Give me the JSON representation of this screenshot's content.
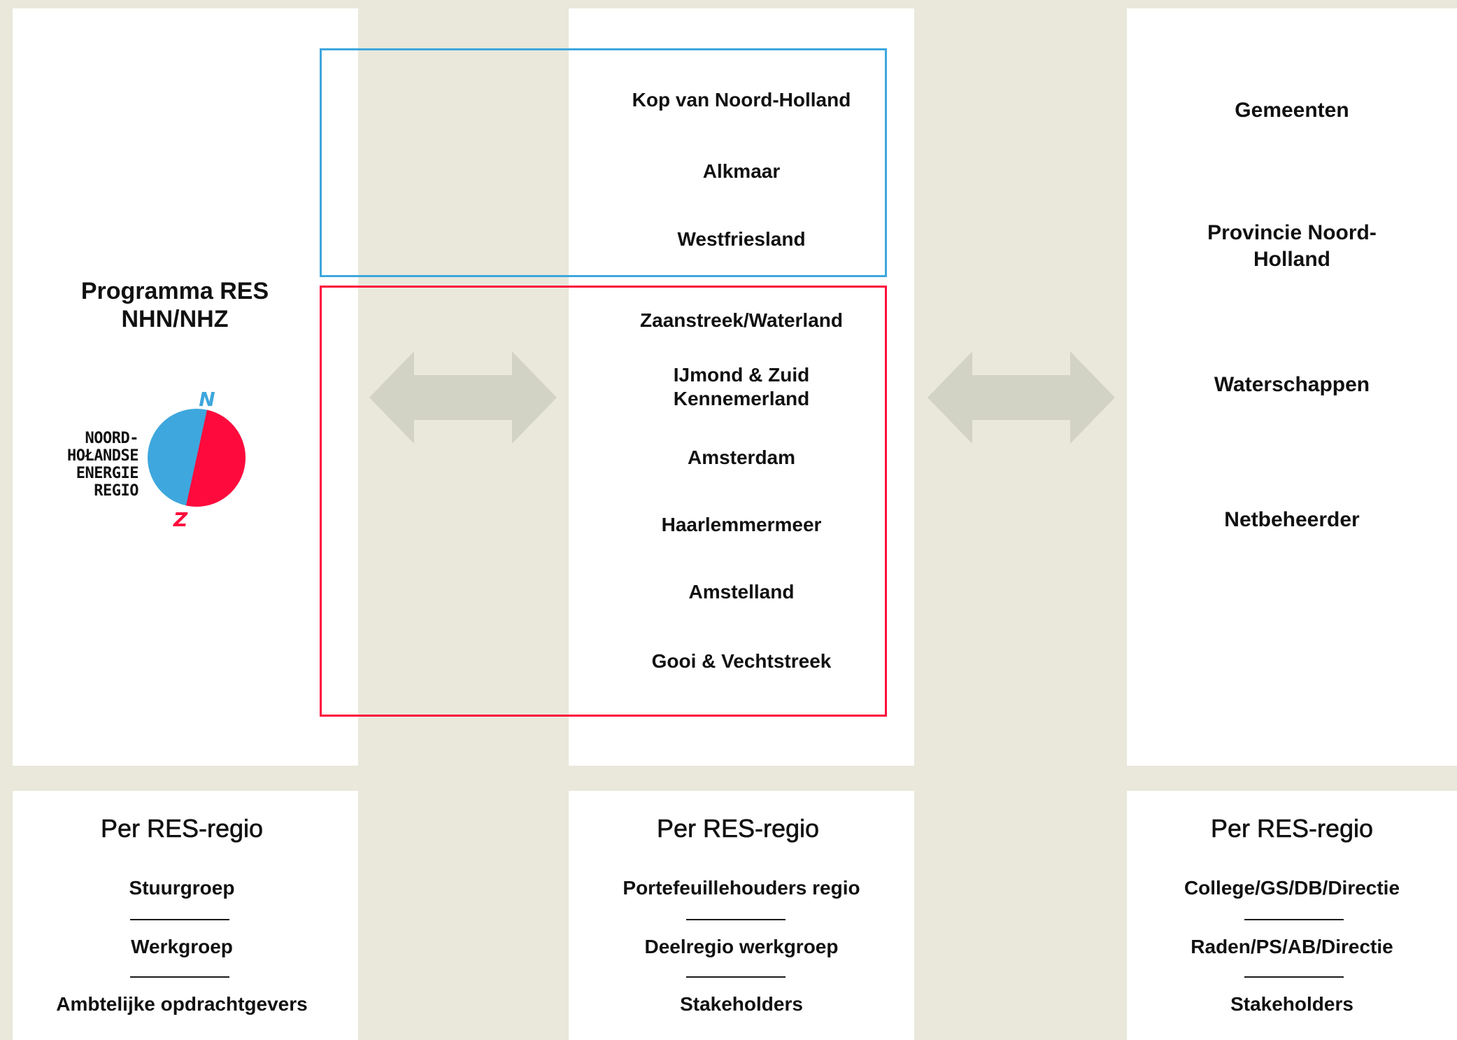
{
  "colors": {
    "background": "#e9e8db",
    "panel": "#ffffff",
    "north_group_border": "#3ea7dd",
    "south_group_border": "#ff0a3c",
    "arrow": "#d3d3c5",
    "logo_north": "#3ea7dd",
    "logo_south": "#ff0a3c"
  },
  "left_panel": {
    "title": "Programma RES NHN/NHZ",
    "logo": {
      "text": "NOORD-\nHOLANDSE\nENERGIE\nREGIO",
      "north_letter": "N",
      "south_letter": "Z"
    }
  },
  "middle_panel": {
    "north_regions": [
      "Kop van Noord-Holland",
      "Alkmaar",
      "Westfriesland"
    ],
    "south_regions": [
      "Zaanstreek/Waterland",
      "IJmond & Zuid Kennemerland",
      "Amsterdam",
      "Haarlemmermeer",
      "Amstelland",
      "Gooi & Vechtstreek"
    ]
  },
  "right_panel": {
    "items": [
      "Gemeenten",
      "Provincie Noord-Holland",
      "Waterschappen",
      "Netbeheerder"
    ]
  },
  "bottom_left": {
    "title": "Per RES-regio",
    "items": [
      "Stuurgroep",
      "Werkgroep",
      "Ambtelijke opdrachtgevers"
    ]
  },
  "bottom_middle": {
    "title": "Per RES-regio",
    "items": [
      "Portefeuillehouders regio",
      "Deelregio werkgroep",
      "Stakeholders"
    ]
  },
  "bottom_right": {
    "title": "Per RES-regio",
    "items": [
      "College/GS/DB/Directie",
      "Raden/PS/AB/Directie",
      "Stakeholders"
    ]
  },
  "arrows": [
    {
      "name": "arrow-left-middle",
      "direction": "bidirectional"
    },
    {
      "name": "arrow-middle-right",
      "direction": "bidirectional"
    }
  ]
}
